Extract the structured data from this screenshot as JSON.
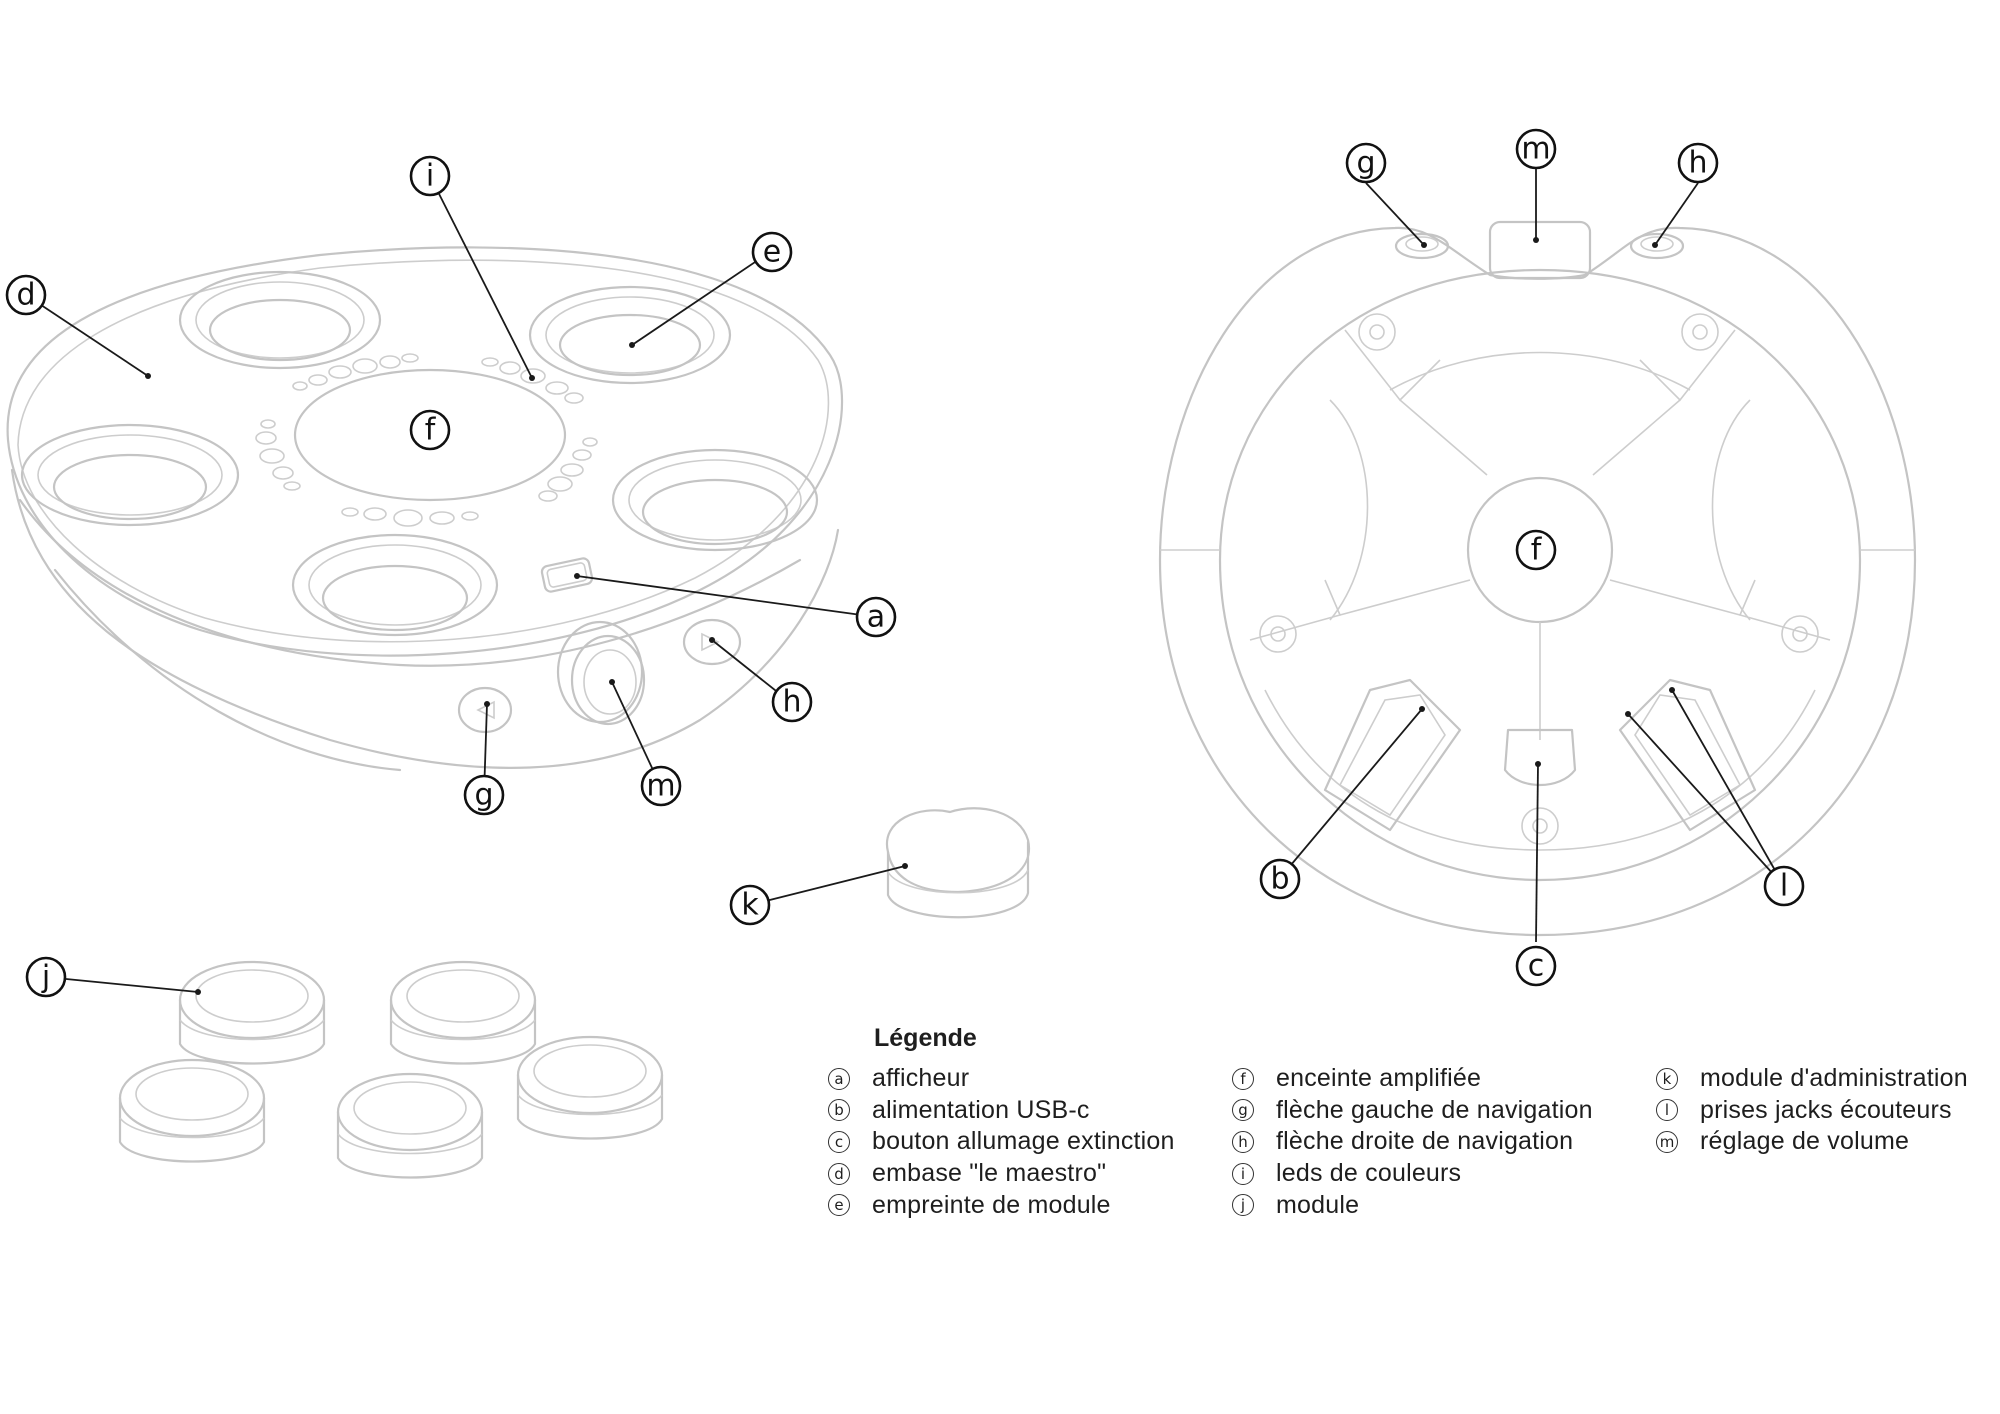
{
  "callouts": {
    "iso_a": "a",
    "iso_d": "d",
    "iso_e": "e",
    "iso_f": "f",
    "iso_g": "g",
    "iso_h": "h",
    "iso_i": "i",
    "iso_j": "j",
    "iso_k": "k",
    "iso_m": "m",
    "top_b": "b",
    "top_c": "c",
    "top_f": "f",
    "top_g": "g",
    "top_h": "h",
    "top_l": "l",
    "top_m": "m"
  },
  "legend": {
    "title": "Légende",
    "columns": [
      [
        {
          "letter": "a",
          "label": "afficheur"
        },
        {
          "letter": "b",
          "label": "alimentation USB-c"
        },
        {
          "letter": "c",
          "label": "bouton allumage extinction"
        },
        {
          "letter": "d",
          "label": "embase \"le maestro\""
        },
        {
          "letter": "e",
          "label": "empreinte de module"
        }
      ],
      [
        {
          "letter": "f",
          "label": "enceinte amplifiée"
        },
        {
          "letter": "g",
          "label": "flèche gauche de navigation"
        },
        {
          "letter": "h",
          "label": "flèche droite de navigation"
        },
        {
          "letter": "i",
          "label": "leds de couleurs"
        },
        {
          "letter": "j",
          "label": "module"
        }
      ],
      [
        {
          "letter": "k",
          "label": "module d'administration"
        },
        {
          "letter": "l",
          "label": "prises jacks écouteurs"
        },
        {
          "letter": "m",
          "label": "réglage de volume"
        }
      ]
    ]
  },
  "colors": {
    "drawing_stroke": "#c4c4c4",
    "leader_line": "#1a1a1a",
    "text": "#1e1e1e",
    "background": "#ffffff"
  }
}
